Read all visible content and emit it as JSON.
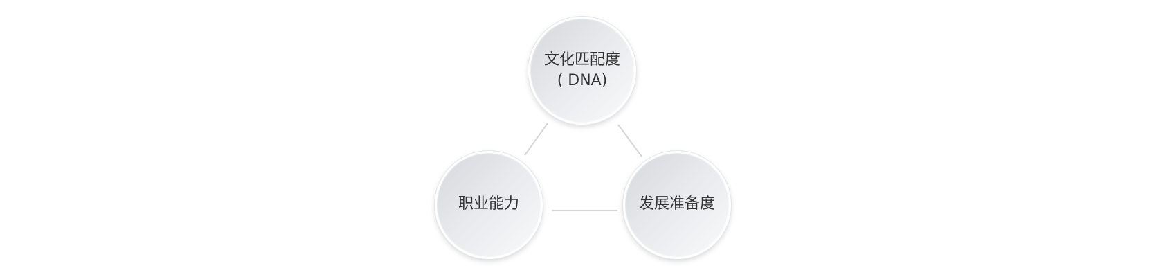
{
  "diagram": {
    "nodes": {
      "top": {
        "line1": "文化匹配度",
        "line2": "( DNA)"
      },
      "left": {
        "label": "职业能力"
      },
      "right": {
        "label": "发展准备度"
      }
    }
  }
}
